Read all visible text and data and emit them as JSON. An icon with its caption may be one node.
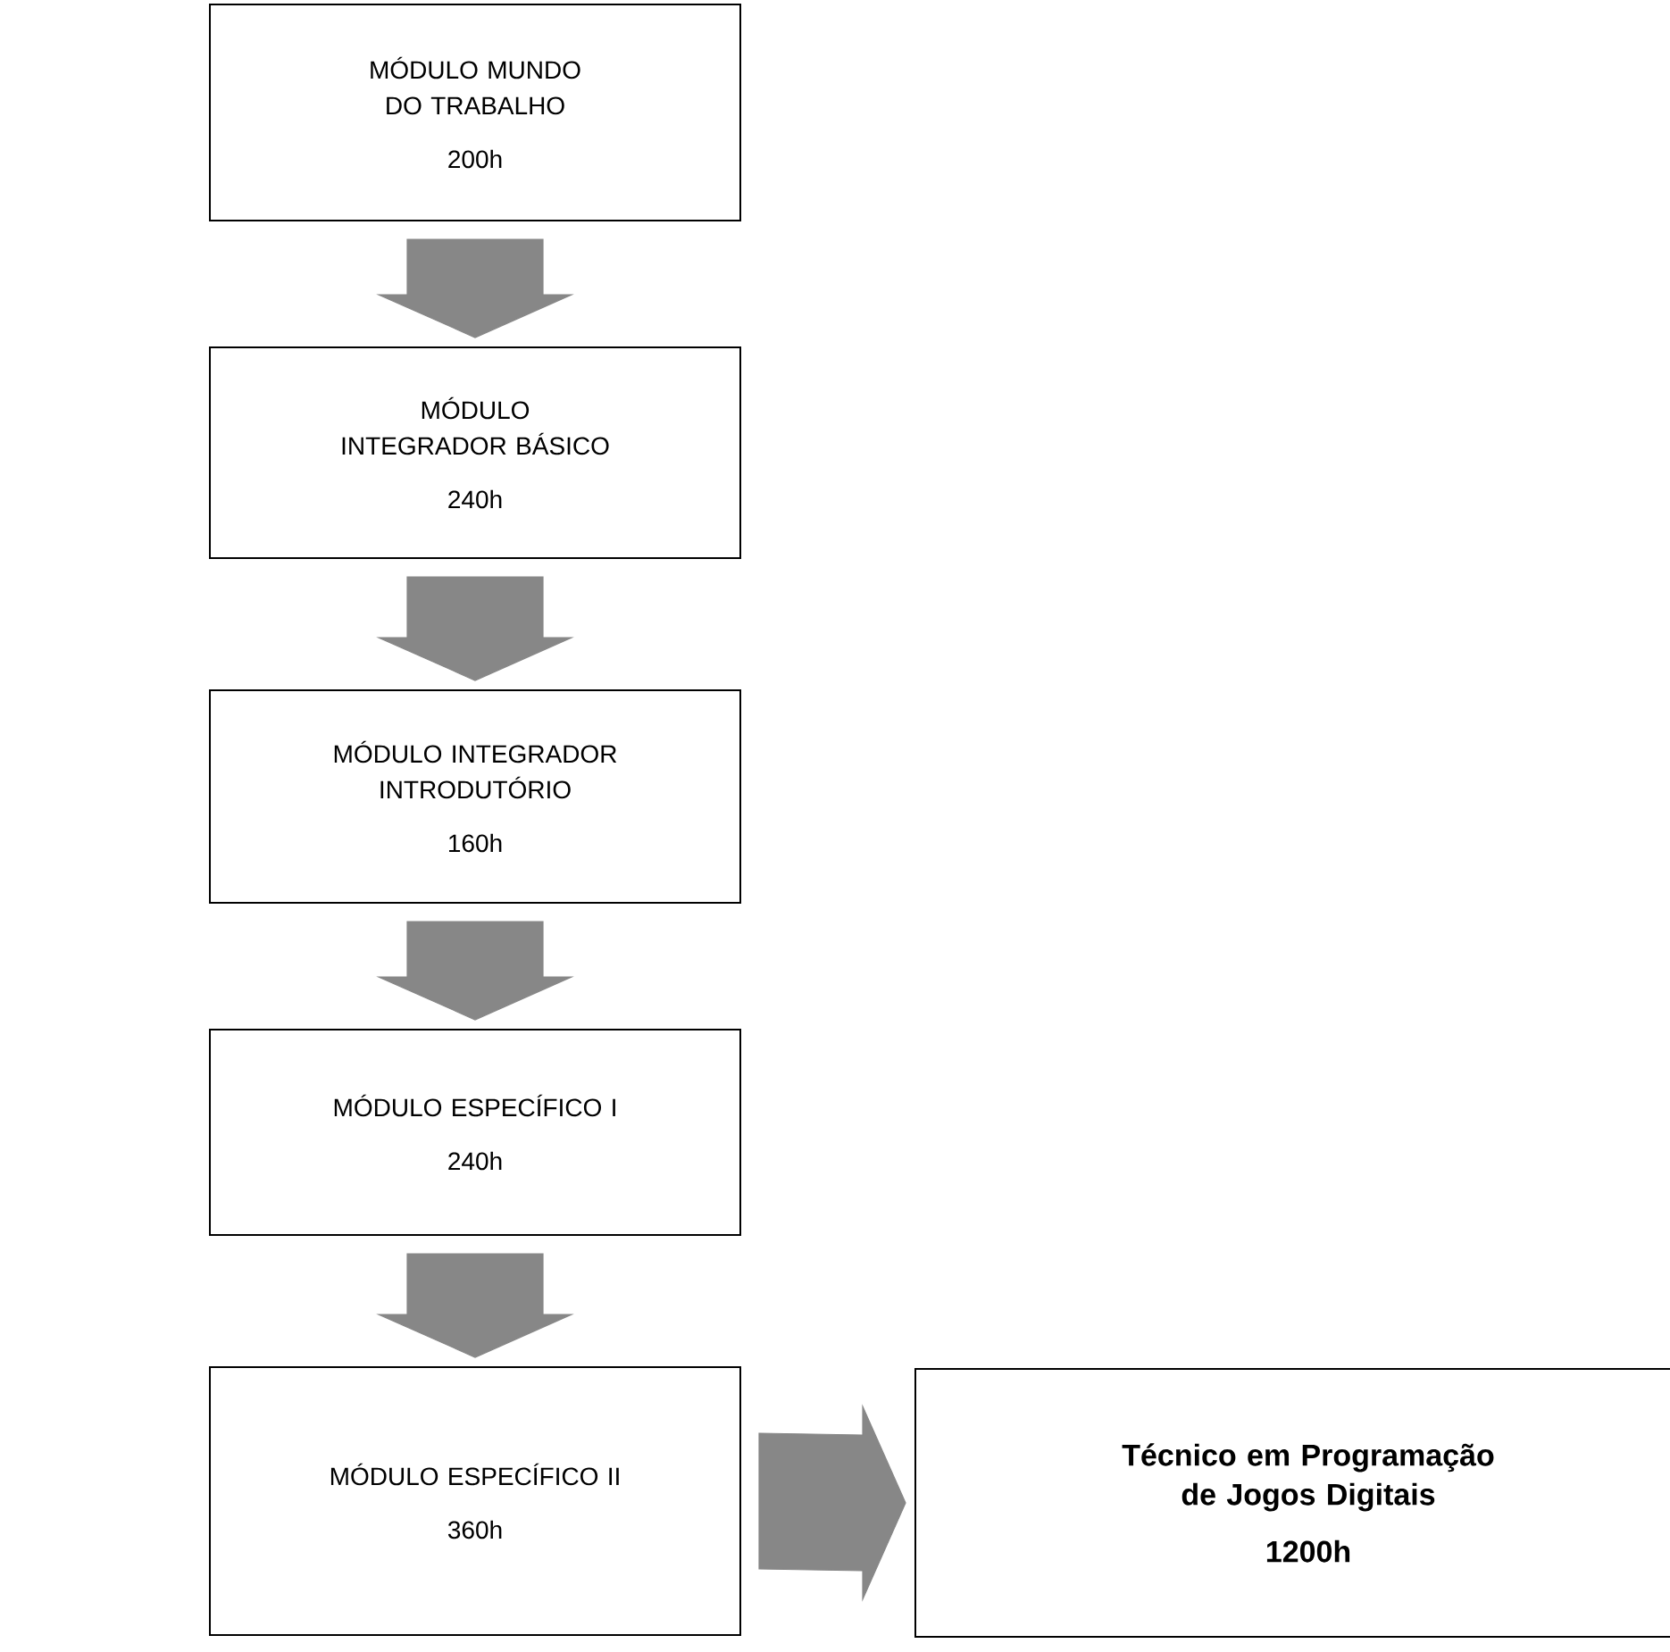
{
  "diagram": {
    "nodes": [
      {
        "text": [
          "MÓDULO MUNDO DO TRABALHO",
          "200h"
        ]
      },
      {
        "text": [
          "MÓDULO INTEGRADOR BÁSICO",
          "240h"
        ]
      },
      {
        "text": [
          "MÓDULO INTEGRADOR INTRODUTÓRIO",
          "160h"
        ]
      },
      {
        "text": [
          "MÓDULO ESPECÍFICO I",
          "240h"
        ]
      },
      {
        "text": [
          "MÓDULO ESPECÍFICO II",
          "360h"
        ]
      },
      {
        "text": [
          "Técnico em Programação de Jogos Digitais",
          "1200h"
        ]
      }
    ],
    "edges": [
      {
        "from": 0,
        "to": 1,
        "arrow": "to"
      },
      {
        "from": 1,
        "to": 2,
        "arrow": "to"
      },
      {
        "from": 2,
        "to": 3,
        "arrow": "to"
      },
      {
        "from": 3,
        "to": 4,
        "arrow": "to"
      },
      {
        "from": 4,
        "to": 5,
        "arrow": "to"
      }
    ]
  }
}
